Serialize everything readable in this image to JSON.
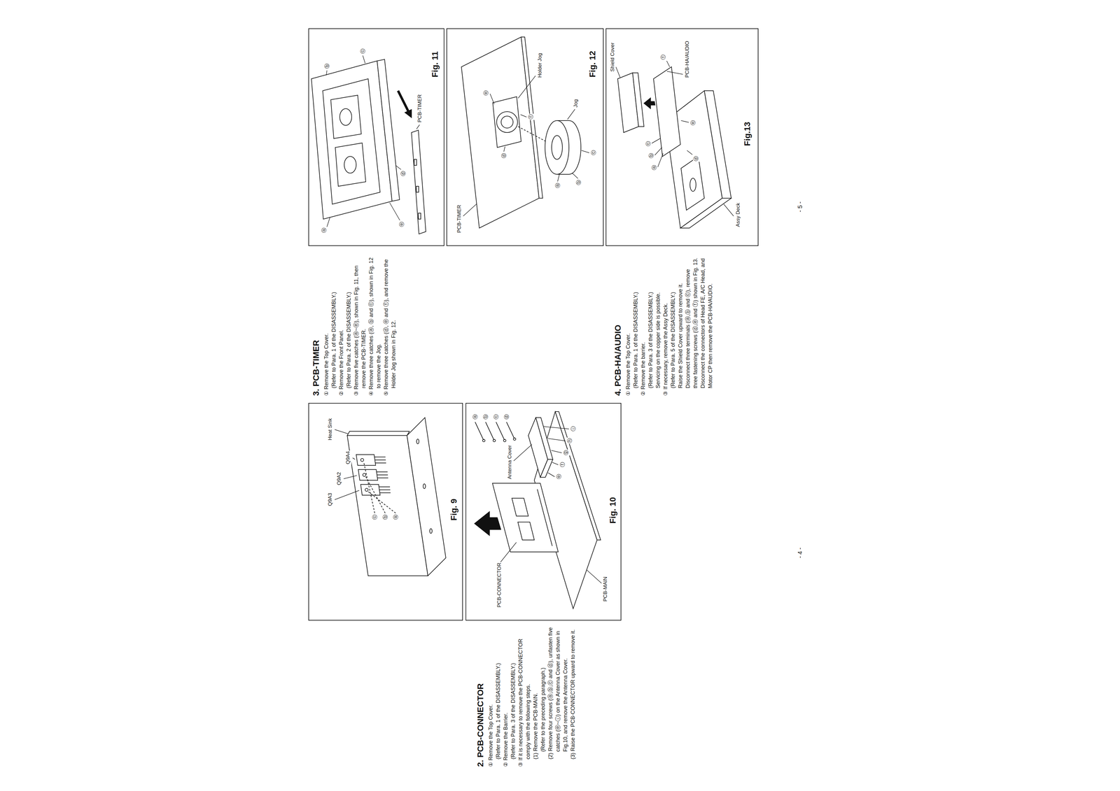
{
  "diagram": {
    "nodes": [
      {
        "text": [
          "Fig. 9"
        ]
      },
      {
        "text": [
          "Fig. 10"
        ]
      },
      {
        "text": [
          "Fig. 11"
        ]
      },
      {
        "text": [
          "Fig. 12"
        ]
      },
      {
        "text": [
          "Fig.13"
        ]
      }
    ],
    "labels": [
      "2. PCB-CONNECTOR",
      "① Remove the Top Cover.",
      "(Refer to Para. 1 of the DISASSEMBLY.)",
      "② Remove the Barrier.",
      "(Refer to Para. 3 of the DISASSEMBLY.)",
      "③ If it is necessary to remove the PCB-CONNECTOR comply with the following steps.",
      "(1) Remove the PCB-MAIN.",
      "(Refer to the preceding paragraph.)",
      "(2) Remove four screws (ⓐ,ⓑ,ⓒ and ⓓ), unfasten five catches (ⓔ~ⓘ) on the Antenna Cover as shown in Fig.10, and remove the Antenna Cover.",
      "(3) Raise the PCB-CONNECTOR upward to remove it.",
      "3. PCB-TIMER",
      "① Remove the Top Cover.",
      "(Refer to Para. 1 of the DISASSEMBLY.)",
      "② Remove the Front Panel.",
      "(Refer to Para. 2 of the DISASSEMBLY.)",
      "③ Remove five catches (ⓐ~ⓔ), shown in Fig. 11, then remove the PCB-TIMER.",
      "④ Remove three catches (ⓐ, ⓑ and ⓒ), shown in Fig. 12 to remove the Jog.",
      "⑤ Remove three catches (ⓓ, ⓔ and ⓕ), and remove the Holder Jog shown in Fig. 12.",
      "4. PCB-HA/AUDIO",
      "① Remove the Top Cover.",
      "(Refer to Para. 1 of the DISASSEMBLY.)",
      "② Remove the barrier.",
      "(Refer to Para. 3 of the DISASSEMBLY.)",
      "Servicing on the copper side is possible.",
      "③ If necessary, remove the Assy Deck.",
      "(Refer to Para. 5 of the DISASSEMBLY.)",
      "Raise the Shield Cover upward to remove it. Disconnect three terminals (ⓐ,ⓑ and ⓒ), remove three fastening screws (ⓓ,ⓔ and ⓕ) shown in Fig. 13. Disconnect the connectors of Head FE, A/C Head, and Motor CP then remove the PCB-HA/AUDIO.",
      "- 4 -",
      "- 5 -",
      "Q9A3",
      "Q9A2",
      "Q9A4",
      "Heat Sink",
      "ⓐ",
      "ⓑ",
      "ⓒ",
      "PCB-CONNECTOR",
      "PCB-MAIN",
      "Antenna Cover",
      "ⓐ",
      "ⓑ",
      "ⓒ",
      "ⓓ",
      "ⓔ",
      "ⓕ",
      "ⓖ",
      "ⓗ",
      "ⓘ",
      "ⓐ",
      "ⓑ",
      "ⓒ",
      "ⓓ",
      "ⓔ",
      "PCB-TIMER",
      "PCB-TIMER",
      "Holder Jog",
      "Jog",
      "ⓐ",
      "ⓑ",
      "ⓒ",
      "ⓓ",
      "ⓔ",
      "ⓕ",
      "Shield Cover",
      "PCB-HA/AUDIO",
      "Assy Deck",
      "ⓐ",
      "ⓑ",
      "ⓒ",
      "ⓓ",
      "ⓔ",
      "ⓕ"
    ]
  }
}
